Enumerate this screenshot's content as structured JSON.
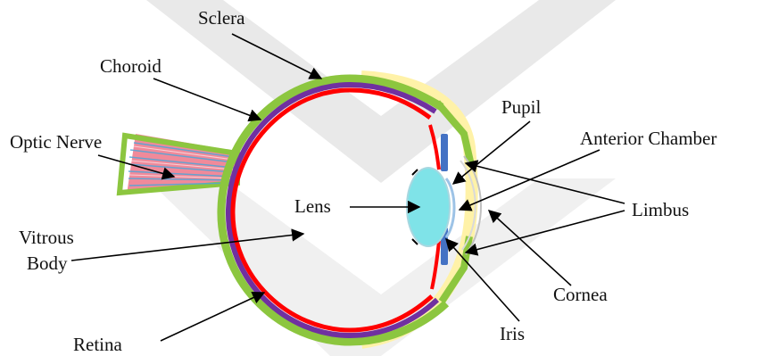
{
  "labels": {
    "sclera": "Sclera",
    "choroid": "Choroid",
    "optic_nerve": "Optic Nerve",
    "pupil": "Pupil",
    "anterior_chamber": "Anterior Chamber",
    "lens": "Lens",
    "limbus": "Limbus",
    "vitreous_line1": "Vitrous",
    "vitreous_line2": "Body",
    "cornea": "Cornea",
    "iris": "Iris",
    "retina": "Retina"
  },
  "colors": {
    "sclera": "#8cc63f",
    "choroid": "#7030a0",
    "retina": "#ff0000",
    "lens": "#7fe3e8",
    "iris": "#4472c4",
    "conjunctiva": "#fff2a8",
    "optic_nerve": "#f08a9a",
    "optic_nerve_fiber": "#4fa6d8",
    "cornea": "#c0c0c0",
    "watermark": "#e9e9e9"
  },
  "icons": {
    "background_watermark": "chevron-logo-watermark"
  }
}
